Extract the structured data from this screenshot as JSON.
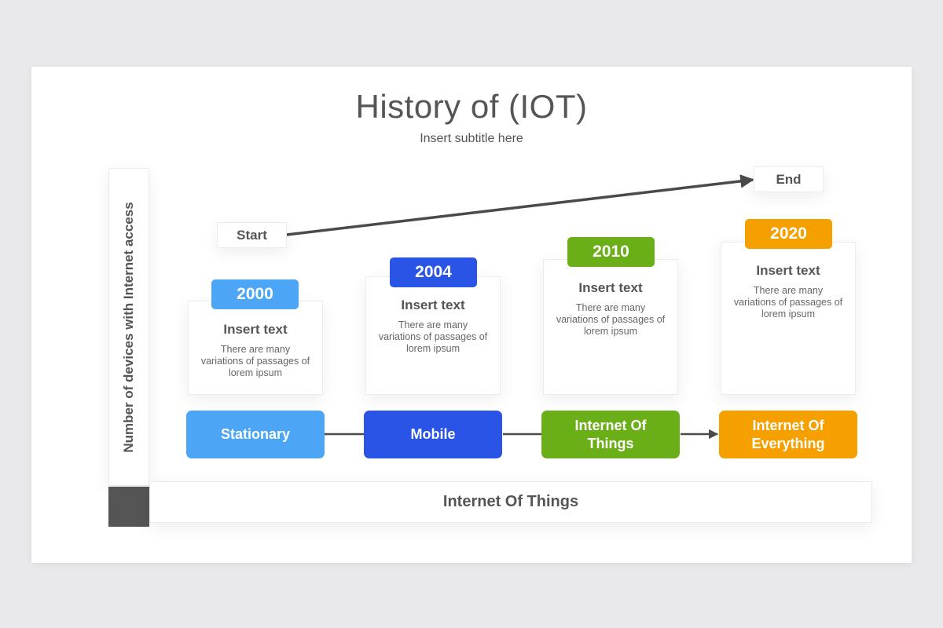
{
  "title": "History of (IOT)",
  "subtitle": "Insert subtitle here",
  "y_axis_label": "Number of devices with Internet access",
  "x_axis_label": "Internet Of Things",
  "start_label": "Start",
  "end_label": "End",
  "colors": {
    "stationary": "#4da6f5",
    "mobile": "#2a54e6",
    "iot": "#6aaf18",
    "ioe": "#f6a000",
    "axis_corner": "#555555",
    "arrow": "#4a4a4a"
  },
  "milestones": [
    {
      "year": "2000",
      "card_title": "Insert text",
      "card_text": "There are many variations of passages of lorem ipsum",
      "stage": "Stationary"
    },
    {
      "year": "2004",
      "card_title": "Insert text",
      "card_text": "There are many variations of passages of lorem ipsum",
      "stage": "Mobile"
    },
    {
      "year": "2010",
      "card_title": "Insert text",
      "card_text": "There are many variations of passages of lorem ipsum",
      "stage": "Internet Of Things"
    },
    {
      "year": "2020",
      "card_title": "Insert text",
      "card_text": "There are many variations of passages of lorem ipsum",
      "stage": "Internet Of Everything"
    }
  ]
}
